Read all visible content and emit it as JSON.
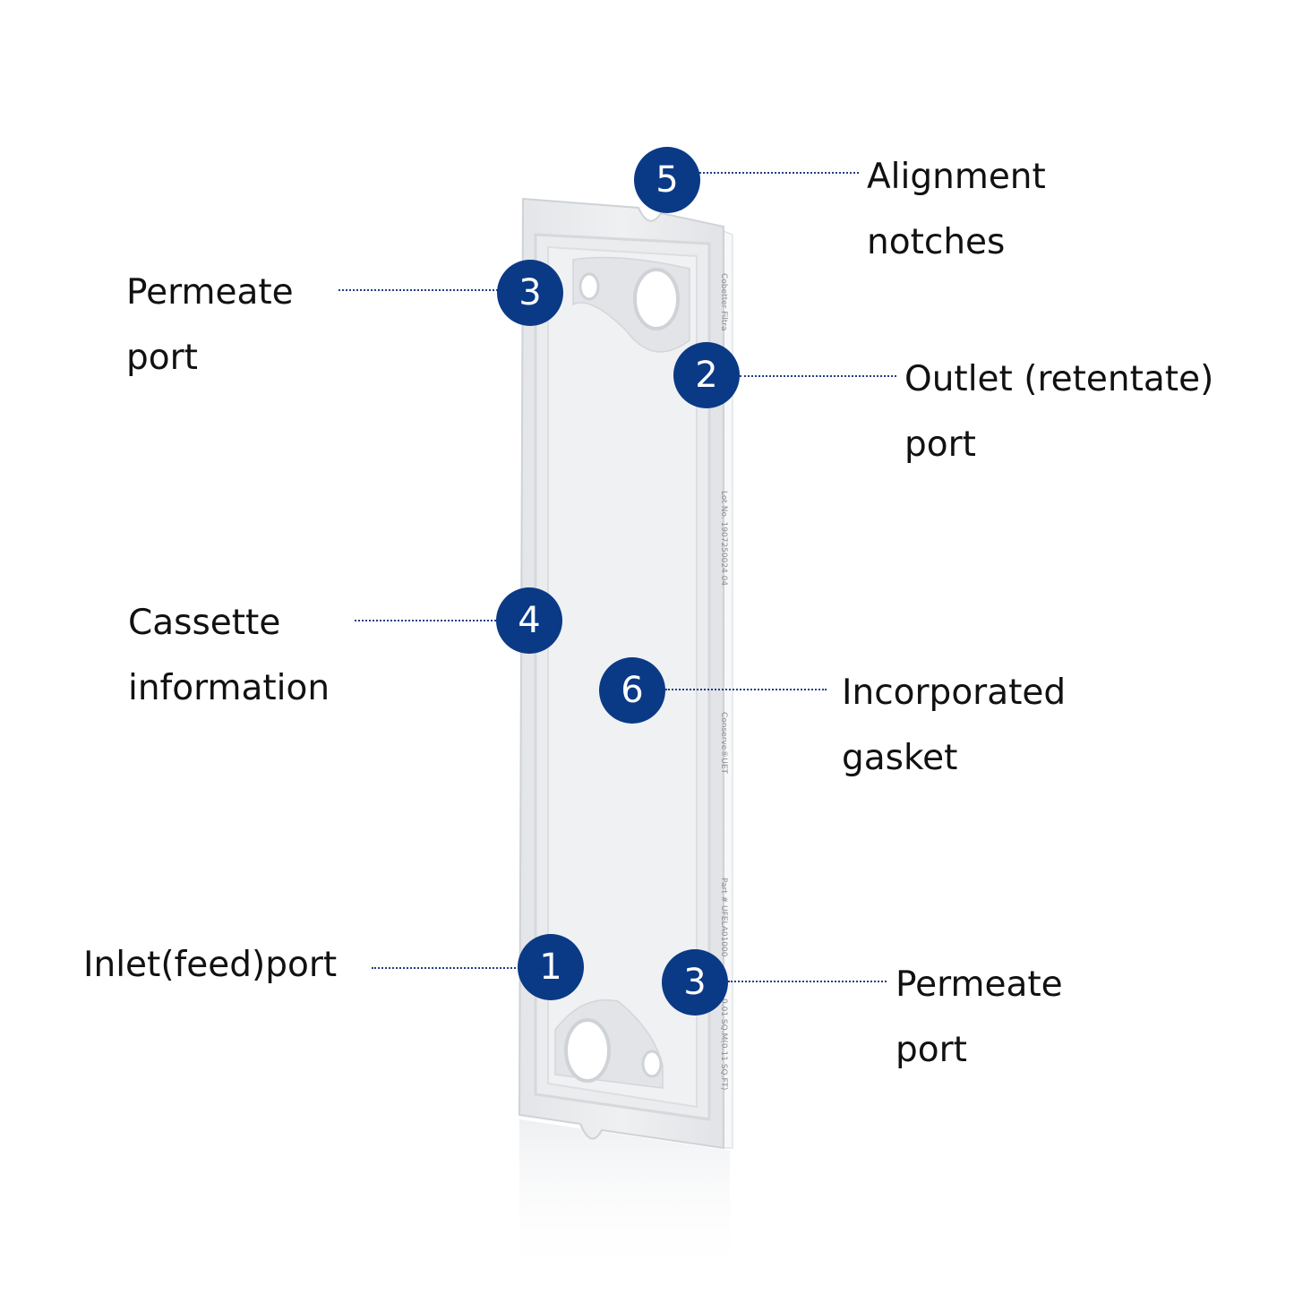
{
  "colors": {
    "badge": "#0a3a86",
    "leader": "#1f3f86",
    "text": "#111111"
  },
  "callouts": [
    {
      "number": "5",
      "lines": [
        "Alignment",
        "notches"
      ]
    },
    {
      "number": "3",
      "lines": [
        "Permeate",
        "port"
      ]
    },
    {
      "number": "2",
      "lines": [
        "Outlet (retentate)",
        "port"
      ]
    },
    {
      "number": "4",
      "lines": [
        "Cassette",
        "information"
      ]
    },
    {
      "number": "6",
      "lines": [
        "Incorporated",
        "gasket"
      ]
    },
    {
      "number": "1",
      "lines": [
        "Inlet(feed)port"
      ]
    },
    {
      "number": "3",
      "lines": [
        "Permeate",
        "port"
      ]
    }
  ],
  "product": {
    "edge_text": [
      "Cobetter Filtra",
      "Lot No. 1907250024 04",
      "Conserve®UET",
      "Part # UFELA01000",
      "0.01 SQ.M(0.11 SQ.FT)"
    ]
  }
}
